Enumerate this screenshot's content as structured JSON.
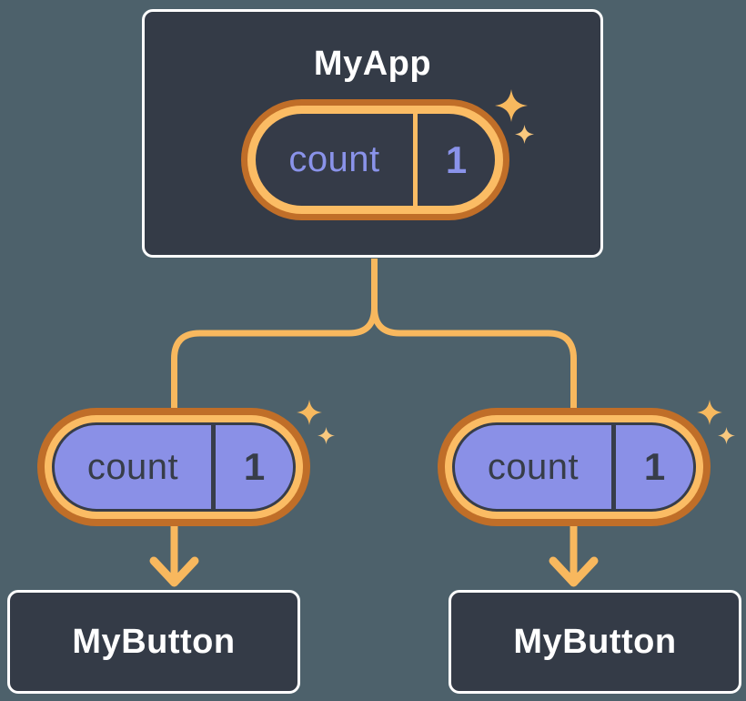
{
  "canvas": {
    "background": "#4D616B"
  },
  "colors": {
    "node_fill": "#343B47",
    "node_border": "#FFFFFF",
    "node_text": "#FFFFFF",
    "ring_outer_orange": "#C06E28",
    "ring_inner_orange": "#FBBC64",
    "connector_orange": "#F8B85E",
    "parent_pill_fill": "#353B48",
    "parent_pill_text": "#8A93EA",
    "child_pill_fill": "#8A90E7",
    "child_pill_text": "#373D49",
    "sparkle_large": "#F7B95F",
    "sparkle_small": "#F9C87E"
  },
  "icons": {
    "sparkle": "sparkle-icon",
    "arrow": "arrow-down-icon"
  },
  "diagram": {
    "parent": {
      "label": "MyApp",
      "state": {
        "key": "count",
        "value": "1"
      }
    },
    "children": [
      {
        "label": "MyButton",
        "prop": {
          "key": "count",
          "value": "1"
        }
      },
      {
        "label": "MyButton",
        "prop": {
          "key": "count",
          "value": "1"
        }
      }
    ]
  }
}
